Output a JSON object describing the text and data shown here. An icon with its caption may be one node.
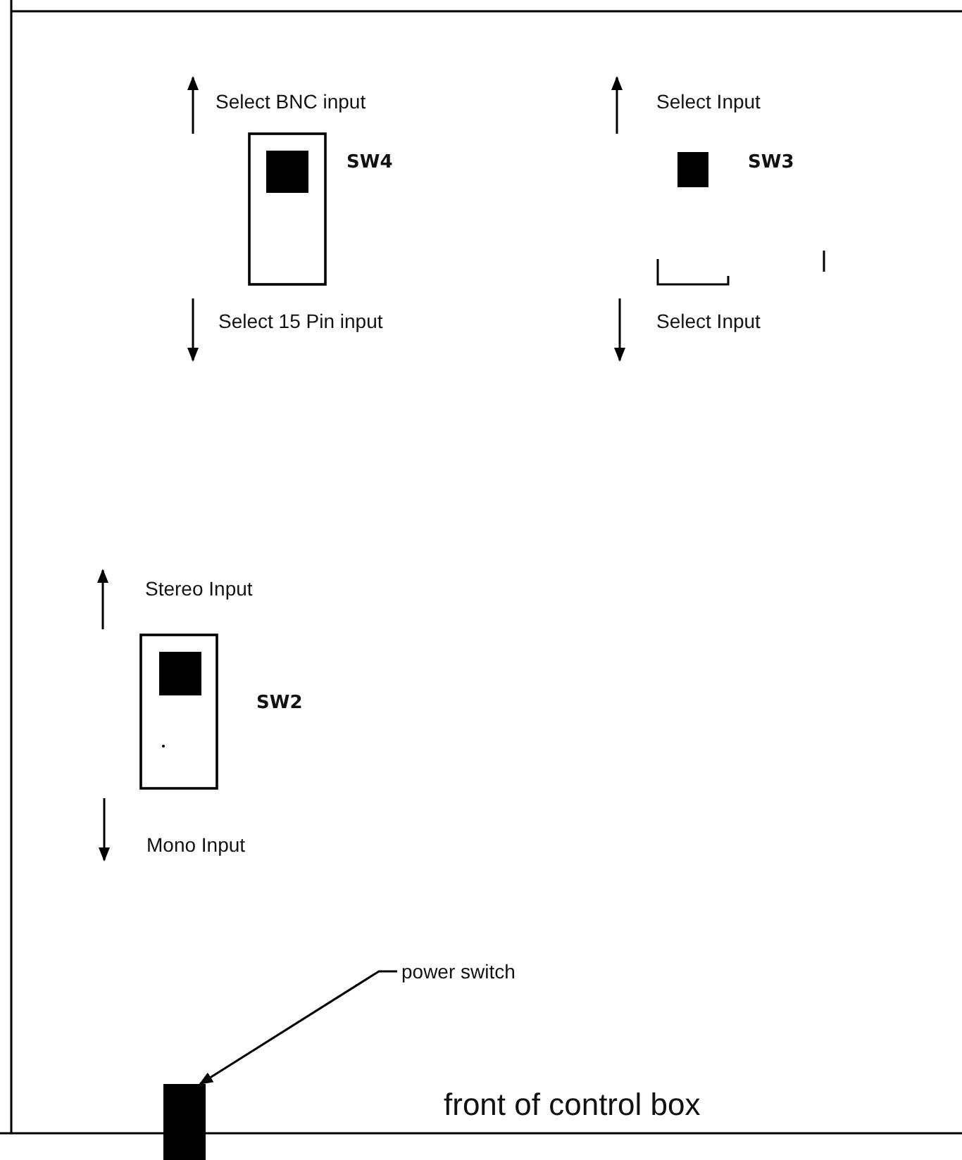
{
  "diagram": {
    "nodes": [
      {
        "text": [
          "power switch"
        ]
      },
      {
        "text": [],
        "shape": "box"
      }
    ],
    "edges": [
      {
        "from": 0,
        "to": 1,
        "arrow": "to"
      }
    ],
    "labels": [
      "Select BNC input",
      "Select Input",
      "SW4",
      "SW3",
      "Select 15 Pin input",
      "Select Input",
      "Stereo Input",
      "SW2",
      "Mono Input",
      "front of control box"
    ]
  }
}
